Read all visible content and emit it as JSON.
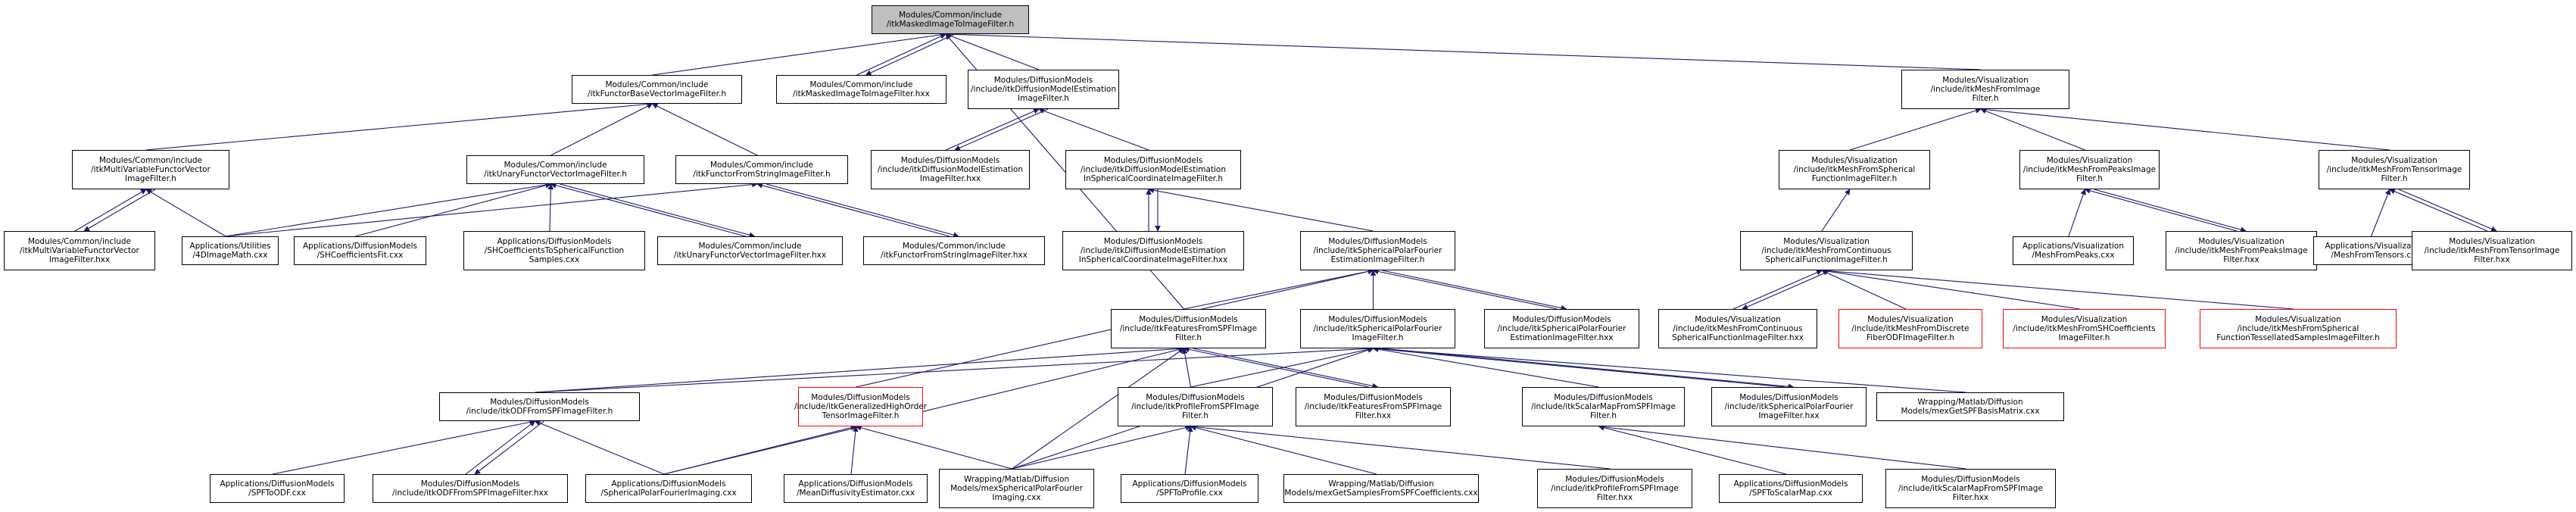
{
  "nodes": {
    "root": "Modules/Common/include\n/itkMaskedImageToImageFilter.h",
    "functorbase": "Modules/Common/include\n/itkFunctorBaseVectorImageFilter.h",
    "maskedhxx": "Modules/Common/include\n/itkMaskedImageToImageFilter.hxx",
    "dmestimation": "Modules/DiffusionModels\n/include/itkDiffusionModelEstimation\nImageFilter.h",
    "meshfromimage": "Modules/Visualization\n/include/itkMeshFromImage\nFilter.h",
    "multivariable": "Modules/Common/include\n/itkMultiVariableFunctorVector\nImageFilter.h",
    "unaryfunctor": "Modules/Common/include\n/itkUnaryFunctorVectorImageFilter.h",
    "functorstring": "Modules/Common/include\n/itkFunctorFromStringImageFilter.h",
    "dmestimationhxx": "Modules/DiffusionModels\n/include/itkDiffusionModelEstimation\nImageFilter.hxx",
    "dmespherical": "Modules/DiffusionModels\n/include/itkDiffusionModelEstimation\nInSphericalCoordinateImageFilter.h",
    "meshspherical": "Modules/Visualization\n/include/itkMeshFromSpherical\nFunctionImageFilter.h",
    "meshpeaks": "Modules/Visualization\n/include/itkMeshFromPeaksImage\nFilter.h",
    "meshtensor": "Modules/Visualization\n/include/itkMeshFromTensorImage\nFilter.h",
    "multivariablehxx": "Modules/Common/include\n/itkMultiVariableFunctorVector\nImageFilter.hxx",
    "imagemath": "Applications/Utilities\n/4DImageMath.cxx",
    "shcoeffsfit": "Applications/DiffusionModels\n/SHCoefficientsFit.cxx",
    "shtospf": "Applications/DiffusionModels\n/SHCoefficientsToSphericalFunction\nSamples.cxx",
    "unaryfunctorhxx": "Modules/Common/include\n/itkUnaryFunctorVectorImageFilter.hxx",
    "functorstringhxx": "Modules/Common/include\n/itkFunctorFromStringImageFilter.hxx",
    "dmesphericalhxx": "Modules/DiffusionModels\n/include/itkDiffusionModelEstimation\nInSphericalCoordinateImageFilter.hxx",
    "spfestimation": "Modules/DiffusionModels\n/include/itkSphericalPolarFourier\nEstimationImageFilter.h",
    "meshcontinuous": "Modules/Visualization\n/include/itkMeshFromContinuous\nSphericalFunctionImageFilter.h",
    "meshpeaksapp": "Applications/Visualization\n/MeshFromPeaks.cxx",
    "meshpeakshxx": "Modules/Visualization\n/include/itkMeshFromPeaksImage\nFilter.hxx",
    "meshtensorsapp": "Applications/Visualization\n/MeshFromTensors.cxx",
    "meshtensorhxx": "Modules/Visualization\n/include/itkMeshFromTensorImage\nFilter.hxx",
    "featuresspf": "Modules/DiffusionModels\n/include/itkFeaturesFromSPFImage\nFilter.h",
    "spfimagefilter": "Modules/DiffusionModels\n/include/itkSphericalPolarFourier\nImageFilter.h",
    "spfestimationhxx": "Modules/DiffusionModels\n/include/itkSphericalPolarFourier\nEstimationImageFilter.hxx",
    "meshcontinuoushxx": "Modules/Visualization\n/include/itkMeshFromContinuous\nSphericalFunctionImageFilter.hxx",
    "meshdiscrete": "Modules/Visualization\n/include/itkMeshFromDiscrete\nFiberODFImageFilter.h",
    "meshshcoeffs": "Modules/Visualization\n/include/itkMeshFromSHCoefficients\nImageFilter.h",
    "meshtessellated": "Modules/Visualization\n/include/itkMeshFromSpherical\nFunctionTessellatedSamplesImageFilter.h",
    "odffromspf": "Modules/DiffusionModels\n/include/itkODFFromSPFImageFilter.h",
    "generalized": "Modules/DiffusionModels\n/include/itkGeneralizedHighOrder\nTensorImageFilter.h",
    "profilespf": "Modules/DiffusionModels\n/include/itkProfileFromSPFImage\nFilter.h",
    "featuresspfhxx": "Modules/DiffusionModels\n/include/itkFeaturesFromSPFImage\nFilter.hxx",
    "scalarmap": "Modules/DiffusionModels\n/include/itkScalarMapFromSPFImage\nFilter.h",
    "spfimagefilterhxx": "Modules/DiffusionModels\n/include/itkSphericalPolarFourier\nImageFilter.hxx",
    "mexbasis": "Wrapping/Matlab/Diffusion\nModels/mexGetSPFBasisMatrix.cxx",
    "spftoodf": "Applications/DiffusionModels\n/SPFToODF.cxx",
    "odffromspfhxx": "Modules/DiffusionModels\n/include/itkODFFromSPFImageFilter.hxx",
    "spfimaging": "Applications/DiffusionModels\n/SphericalPolarFourierImaging.cxx",
    "meandiffusivity": "Applications/DiffusionModels\n/MeanDiffusivityEstimator.cxx",
    "mexspfimaging": "Wrapping/Matlab/Diffusion\nModels/mexSphericalPolarFourier\nImaging.cxx",
    "spftoprofile": "Applications/DiffusionModels\n/SPFToProfile.cxx",
    "mexsamples": "Wrapping/Matlab/Diffusion\nModels/mexGetSamplesFromSPFCoefficients.cxx",
    "profilespfhxx": "Modules/DiffusionModels\n/include/itkProfileFromSPFImage\nFilter.hxx",
    "spftoscalarmap": "Applications/DiffusionModels\n/SPFToScalarMap.cxx",
    "scalarmaphxx": "Modules/DiffusionModels\n/include/itkScalarMapFromSPFImage\nFilter.hxx"
  },
  "colors": {
    "edge": "#191970",
    "box": "#000000",
    "root_fill": "#bfbfbf",
    "highlight_border": "#ff0000"
  }
}
